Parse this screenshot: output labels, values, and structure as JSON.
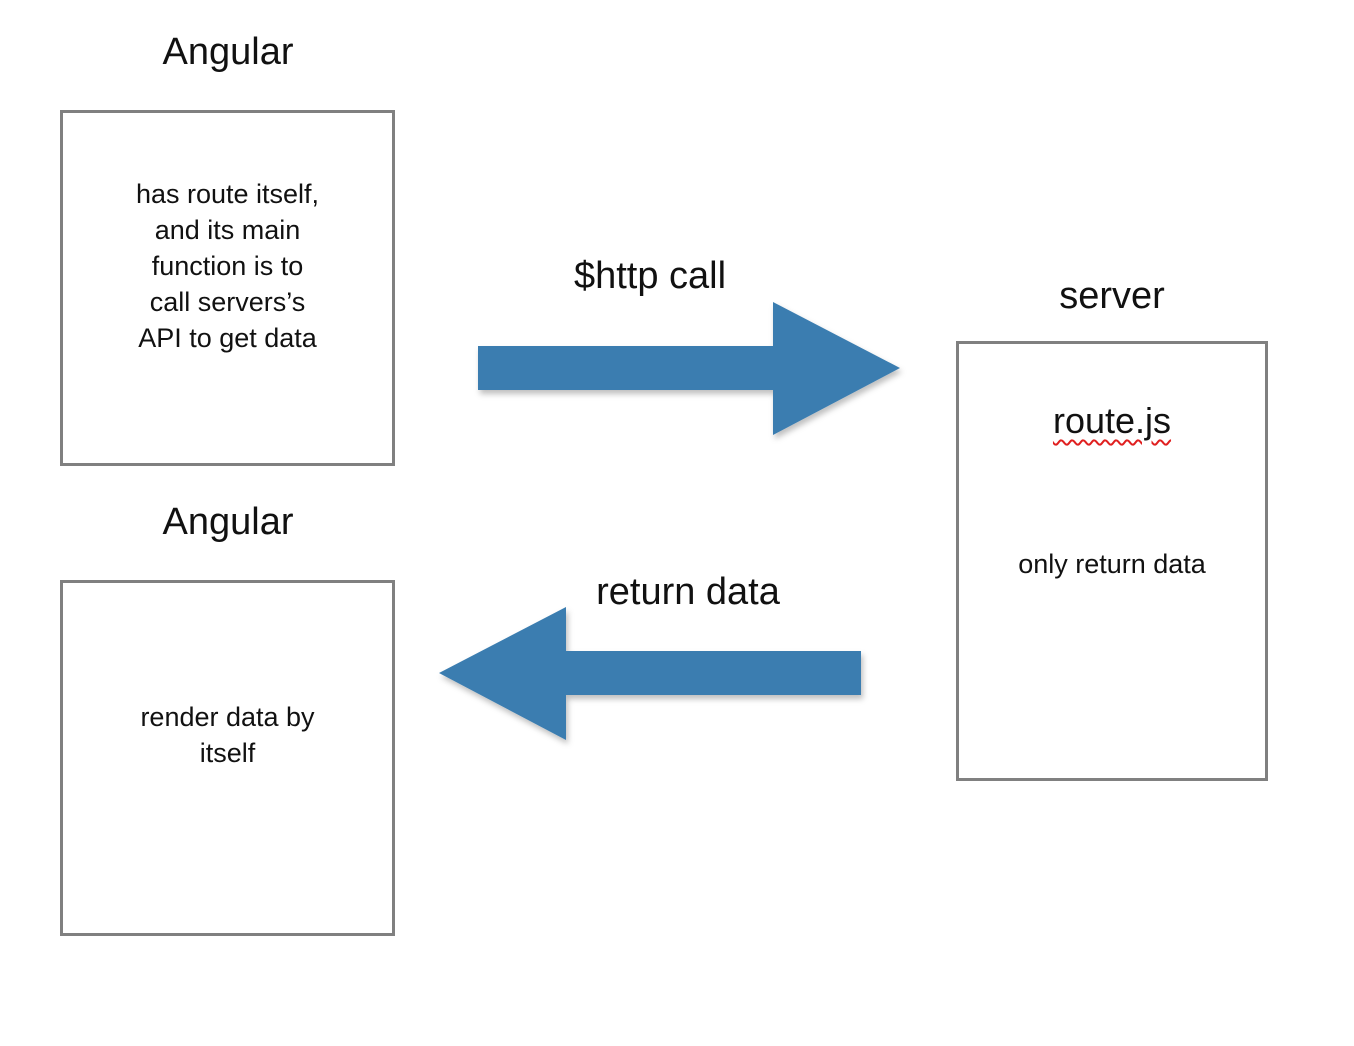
{
  "left_top": {
    "title": "Angular",
    "lines": [
      "has route itself,",
      "and its main",
      "function is to",
      "call servers’s",
      "API to get data"
    ]
  },
  "left_bottom": {
    "title": "Angular",
    "lines": [
      "render data by",
      "itself"
    ]
  },
  "server": {
    "title": "server",
    "file": "route.js",
    "description": "only return data"
  },
  "arrows": {
    "request_label": "$http call",
    "response_label": "return data",
    "color": "#3a7db0"
  },
  "colors": {
    "box_border": "#808080",
    "spellcheck_underline": "#e02020"
  }
}
